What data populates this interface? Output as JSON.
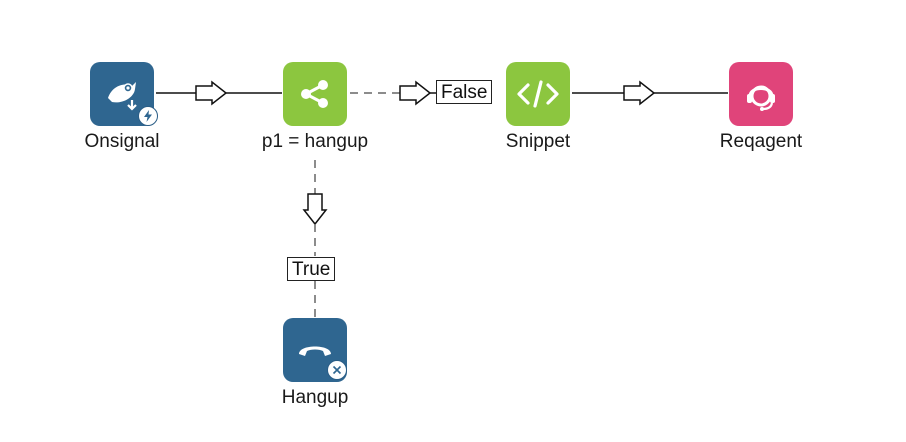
{
  "nodes": {
    "onsignal": {
      "label": "Onsignal",
      "color": "#2f6690",
      "icon": "signal-bird-icon"
    },
    "p1": {
      "label": "p1 = hangup",
      "color": "#8cc63f",
      "icon": "branch-share-icon"
    },
    "snippet": {
      "label": "Snippet",
      "color": "#8cc63f",
      "icon": "code-icon"
    },
    "reqagent": {
      "label": "Reqagent",
      "color": "#e0447a",
      "icon": "headset-icon"
    },
    "hangup": {
      "label": "Hangup",
      "color": "#2f6690",
      "icon": "hangup-phone-icon"
    }
  },
  "edges": {
    "false_label": "False",
    "true_label": "True"
  }
}
